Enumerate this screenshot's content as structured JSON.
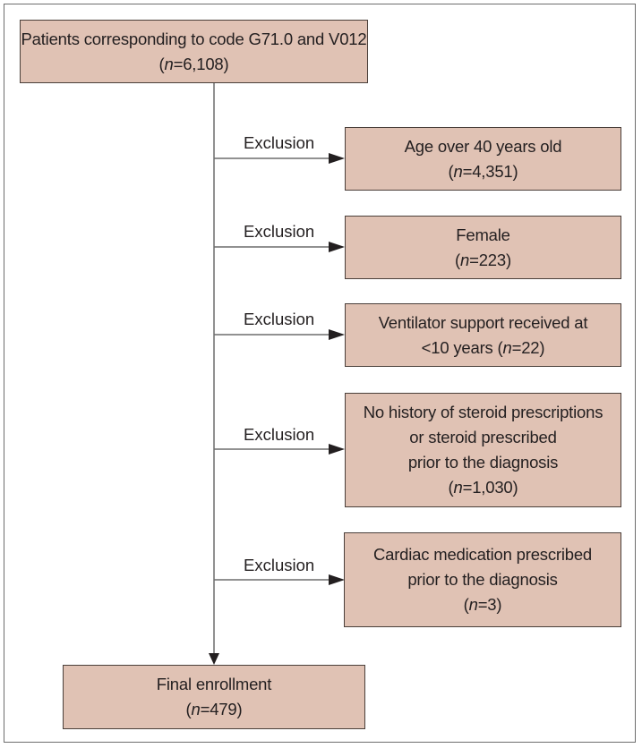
{
  "start": {
    "label": "Patients corresponding to code G71.0 and V012",
    "n_prefix": "(",
    "n": "n",
    "n_value": "=6,108)"
  },
  "exclusion_label": "Exclusion",
  "exclusions": [
    {
      "lines": [
        "Age over 40 years old"
      ],
      "n_value": "=4,351)"
    },
    {
      "lines": [
        "Female"
      ],
      "n_value": "=223)"
    },
    {
      "lines": [
        "Ventilator support received at"
      ],
      "pre": "<10 years (",
      "n_value": "=22)"
    },
    {
      "lines": [
        "No history of steroid prescriptions",
        "or steroid prescribed",
        "prior to the diagnosis"
      ],
      "n_value": "=1,030)"
    },
    {
      "lines": [
        "Cardiac medication prescribed",
        "prior to the diagnosis"
      ],
      "n_value": "=3)"
    }
  ],
  "final": {
    "label": "Final enrollment",
    "n_value": "=479)"
  },
  "colors": {
    "box_fill": "#e0c2b4",
    "line": "#6d6d6d",
    "arrow": "#231f20"
  }
}
